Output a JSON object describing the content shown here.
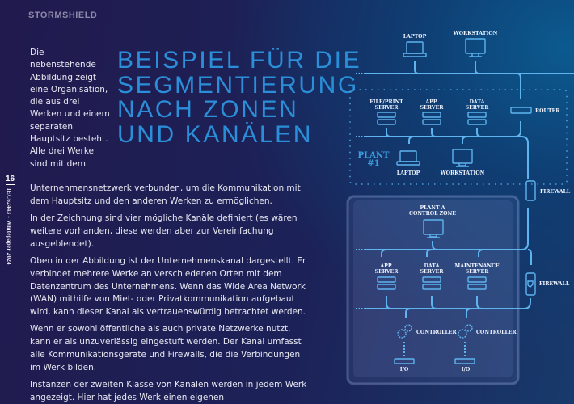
{
  "brand": "STORMSHIELD",
  "page_number": "16",
  "doc_label": "IEC62443 - Whitepaper 2024",
  "intro": "Die nebenstehende Abbildung zeigt eine Organisation, die aus drei Werken und einem separaten Hauptsitz besteht. Alle drei Werke sind mit dem",
  "title": "BEISPIEL FÜR DIE\nSEGMENTIERUNG\nNACH ZONEN\nUND KANÄLEN",
  "paragraphs": [
    "Unternehmensnetzwerk verbunden, um die Kommunikation mit dem Hauptsitz und den anderen Werken zu ermöglichen.",
    "In der Zeichnung sind vier mögliche Kanäle definiert (es wären weitere vorhanden, diese werden aber zur Vereinfachung ausgeblendet).",
    "Oben in der Abbildung ist der Unternehmenskanal dargestellt. Er verbindet mehrere Werke an verschiedenen Orten mit dem Datenzentrum des Unternehmens. Wenn das Wide Area Network (WAN) mithilfe von Miet- oder Privatkommunikation aufgebaut wird, kann dieser Kanal als vertrauenswürdig betrachtet werden.",
    "Wenn er sowohl öffentliche als auch private Netzwerke nutzt, kann er als unzuverlässig eingestuft werden. Der Kanal umfasst alle Kommunikationsgeräte und Firewalls, die die Verbindungen im Werk bilden.",
    "Instanzen der zweiten Klasse von Kanälen werden in jedem Werk angezeigt. Hier hat jedes Werk einen eigenen vertrauenswürdigen Kanal für die Steuerungskommunikation."
  ],
  "diagram": {
    "hq": {
      "laptop": "LAPTOP",
      "workstation": "WORKSTATION"
    },
    "plant1": {
      "name1": "PLANT",
      "name2": "#1",
      "file1": "FILE/PRINT",
      "file2": "SERVER",
      "app1": "APP.",
      "app2": "SERVER",
      "data1": "DATA",
      "data2": "SERVER",
      "router": "ROUTER",
      "laptop": "LAPTOP",
      "workstation": "WORKSTATION"
    },
    "firewall": "FIREWALL",
    "control": {
      "zone1": "PLANT A",
      "zone2": "CONTROL ZONE",
      "app1": "APP.",
      "app2": "SERVER",
      "data1": "DATA",
      "data2": "SERVER",
      "maint1": "MAINTENANCE",
      "maint2": "SERVER",
      "controller": "CONTROLLER",
      "io": "I/O"
    }
  }
}
